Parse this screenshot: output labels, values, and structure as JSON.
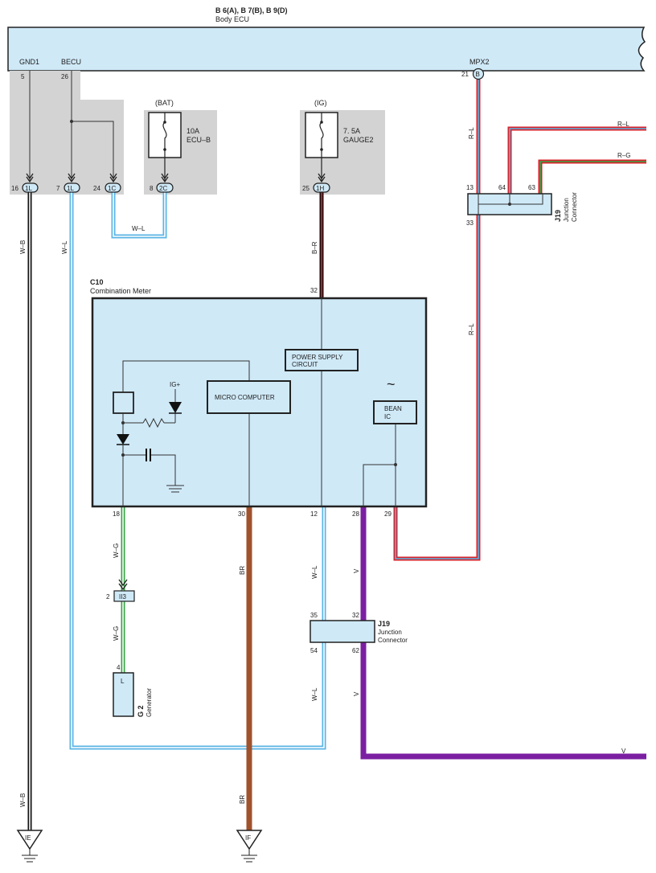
{
  "header": {
    "connectors": "B 6(A), B 7(B), B 9(D)",
    "title": "Body ECU"
  },
  "ecu_pins": {
    "gnd1": "GND1",
    "becu": "BECU",
    "mpx2": "MPX2",
    "pin5": "5",
    "pin26": "26",
    "pin21": "21",
    "pin21_conn": "B"
  },
  "fuses": {
    "bat": {
      "supply": "(BAT)",
      "rating": "10A",
      "name": "ECU–B"
    },
    "ig": {
      "supply": "(IG)",
      "rating": "7. 5A",
      "name": "GAUGE2"
    }
  },
  "junctions": {
    "j16": {
      "pin": "16",
      "code": "1L"
    },
    "j7": {
      "pin": "7",
      "code": "1L"
    },
    "j24": {
      "pin": "24",
      "code": "1C"
    },
    "j8": {
      "pin": "8",
      "code": "2C"
    },
    "j25": {
      "pin": "25",
      "code": "1H"
    }
  },
  "wires": {
    "w_b_top": "W–B",
    "w_l_top": "W–L",
    "w_l_mid": "W–L",
    "b_r": "B–R",
    "r_l_top": "R–L",
    "r_l_mid": "R–L",
    "r_l_right": "R–L",
    "r_g_right": "R–G",
    "w_g_1": "W–G",
    "w_g_2": "W–G",
    "br_1": "BR",
    "br_2": "BR",
    "w_l_b1": "W–L",
    "w_l_b2": "W–L",
    "v_1": "V",
    "v_2": "V",
    "v_right": "V",
    "w_b_bottom": "W–B"
  },
  "j19_top": {
    "id": "J19",
    "name1": "Junction",
    "name2": "Connector",
    "pin13": "13",
    "pin64": "64",
    "pin63": "63",
    "pin33": "33"
  },
  "meter": {
    "id": "C10",
    "name": "Combination Meter",
    "pin32": "32",
    "pin18": "18",
    "pin30": "30",
    "pin12": "12",
    "pin28": "28",
    "pin29": "29",
    "power_supply_1": "POWER SUPPLY",
    "power_supply_2": "CIRCUIT",
    "micro_computer": "MICRO COMPUTER",
    "bean_1": "BEAN",
    "bean_2": "IC",
    "ig_plus": "IG+",
    "tilde": "~"
  },
  "ii3": {
    "code": "II3",
    "pin": "2"
  },
  "generator": {
    "id": "G 2",
    "name": "Generator",
    "pin": "4",
    "terminal": "L"
  },
  "j19_bottom": {
    "id": "J19",
    "name1": "Junction",
    "name2": "Connector",
    "pin35": "35",
    "pin32": "32",
    "pin54": "54",
    "pin62": "62"
  },
  "grounds": {
    "ie": "IE",
    "if": "IF"
  },
  "colors": {
    "red": "#d8232a",
    "blue": "#5ab4e5",
    "green": "#3aa54a",
    "brown": "#a0522d",
    "violet": "#7b1fa2",
    "black": "#111111",
    "box_fill": "#cfe9f7",
    "grey": "#d3d3d3"
  }
}
